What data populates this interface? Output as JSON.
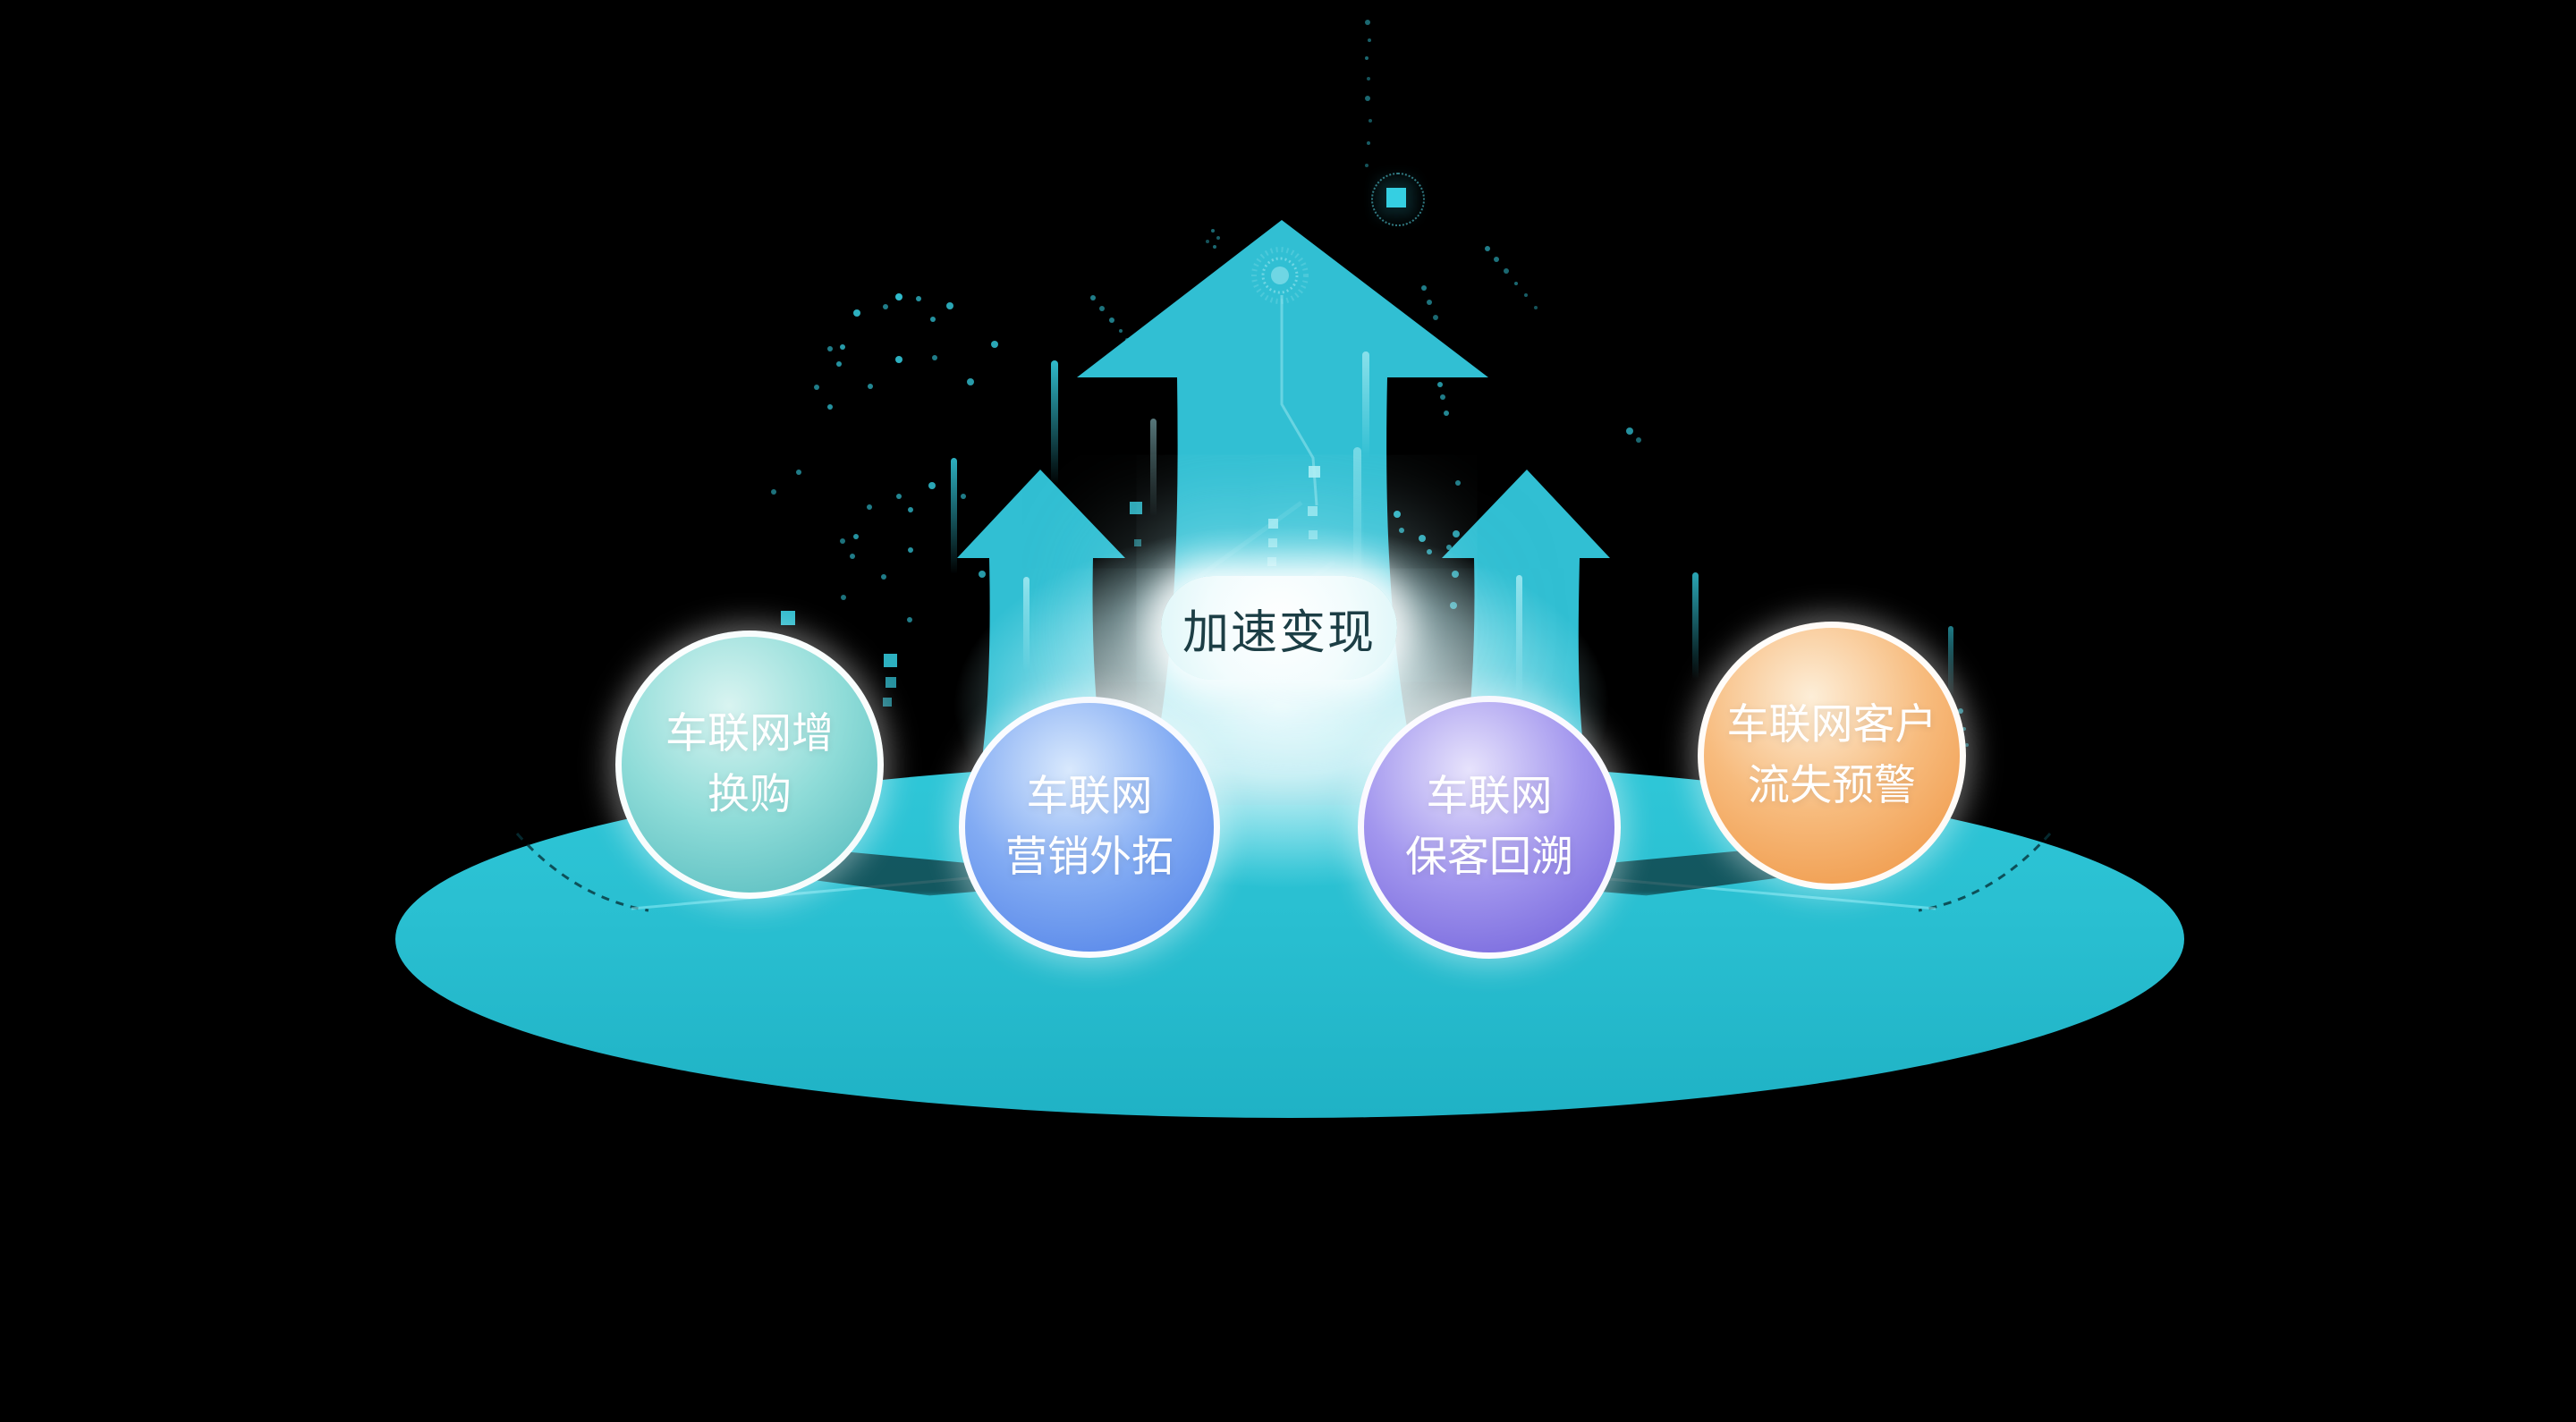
{
  "label": {
    "text": "加速变现"
  },
  "spheres": [
    {
      "name": "iov-trade-in",
      "lines": [
        "车联网增",
        "换购"
      ],
      "colors": {
        "light": "#d9f4f1",
        "mid": "#8fdcd8",
        "deep": "#4cb6ba"
      }
    },
    {
      "name": "iov-marketing",
      "lines": [
        "车联网",
        "营销外拓"
      ],
      "colors": {
        "light": "#d9e9fd",
        "mid": "#82abf3",
        "deep": "#4a7ce6"
      }
    },
    {
      "name": "iov-retention",
      "lines": [
        "车联网",
        "保客回溯"
      ],
      "colors": {
        "light": "#e7e3fc",
        "mid": "#a296ee",
        "deep": "#6c5cd8"
      }
    },
    {
      "name": "iov-churn",
      "lines": [
        "车联网客户",
        "流失预警"
      ],
      "colors": {
        "light": "#fdeed8",
        "mid": "#f7bb7d",
        "deep": "#ee923e"
      }
    }
  ],
  "colors": {
    "background": "#000000",
    "platform_top": "#2fc7d8",
    "platform": "#29bfd1",
    "platform_bottom": "#1fb2c5",
    "arrow": "#31bfd3",
    "particle": "#35cfe2",
    "particle_light": "#aeeef5",
    "label_text": "#1c3e45",
    "arc_stroke": "#06333b",
    "road_line": "#8cebf5",
    "glow": "#ffffff"
  },
  "decor": {
    "dots": [
      [
        1005,
        332,
        4,
        0.9
      ],
      [
        1027,
        334,
        3,
        0.7
      ],
      [
        1062,
        342,
        4,
        0.8
      ],
      [
        990,
        343,
        3,
        0.6
      ],
      [
        958,
        350,
        4,
        0.85
      ],
      [
        1043,
        357,
        3,
        0.7
      ],
      [
        1112,
        385,
        4,
        0.8
      ],
      [
        942,
        388,
        3,
        0.75
      ],
      [
        928,
        390,
        3,
        0.6
      ],
      [
        938,
        407,
        3,
        0.7
      ],
      [
        1005,
        402,
        4,
        0.85
      ],
      [
        1045,
        400,
        3,
        0.6
      ],
      [
        1085,
        427,
        4,
        0.75
      ],
      [
        973,
        432,
        3,
        0.65
      ],
      [
        913,
        433,
        3,
        0.6
      ],
      [
        928,
        455,
        3,
        0.7
      ],
      [
        893,
        528,
        3,
        0.6
      ],
      [
        865,
        550,
        3,
        0.55
      ],
      [
        1042,
        543,
        4,
        0.8
      ],
      [
        1005,
        555,
        3,
        0.65
      ],
      [
        1077,
        555,
        3,
        0.6
      ],
      [
        1018,
        570,
        3,
        0.7
      ],
      [
        972,
        567,
        3,
        0.6
      ],
      [
        957,
        600,
        3,
        0.7
      ],
      [
        942,
        605,
        3,
        0.55
      ],
      [
        953,
        622,
        3,
        0.6
      ],
      [
        1018,
        615,
        3,
        0.7
      ],
      [
        1098,
        642,
        4,
        0.75
      ],
      [
        988,
        645,
        3,
        0.6
      ],
      [
        943,
        668,
        3,
        0.55
      ],
      [
        1017,
        693,
        3,
        0.6
      ],
      [
        1562,
        575,
        4,
        0.85
      ],
      [
        1567,
        593,
        3,
        0.7
      ],
      [
        1590,
        602,
        4,
        0.8
      ],
      [
        1628,
        597,
        4,
        0.75
      ],
      [
        1620,
        612,
        3,
        0.65
      ],
      [
        1598,
        617,
        3,
        0.7
      ],
      [
        1627,
        642,
        4,
        0.75
      ],
      [
        1625,
        677,
        4,
        0.7
      ],
      [
        1610,
        430,
        3,
        0.7
      ],
      [
        1613,
        444,
        3,
        0.6
      ],
      [
        1617,
        462,
        3,
        0.65
      ],
      [
        1630,
        540,
        3,
        0.6
      ],
      [
        1640,
        608,
        3,
        0.55
      ],
      [
        1592,
        322,
        3,
        0.6
      ],
      [
        1598,
        338,
        3,
        0.55
      ],
      [
        1605,
        355,
        3,
        0.5
      ],
      [
        1822,
        482,
        4,
        0.7
      ],
      [
        1832,
        492,
        3,
        0.5
      ],
      [
        1700,
        585,
        3,
        0.55
      ],
      [
        1222,
        333,
        3,
        0.6
      ],
      [
        1232,
        345,
        3,
        0.55
      ],
      [
        1243,
        358,
        3,
        0.6
      ],
      [
        1253,
        370,
        2,
        0.5
      ],
      [
        1260,
        380,
        2,
        0.45
      ],
      [
        1663,
        278,
        3,
        0.6
      ],
      [
        1673,
        290,
        3,
        0.55
      ],
      [
        1684,
        303,
        3,
        0.5
      ],
      [
        1695,
        317,
        2,
        0.5
      ],
      [
        1706,
        330,
        2,
        0.45
      ],
      [
        1717,
        344,
        2,
        0.4
      ],
      [
        1529,
        25,
        3,
        0.5
      ],
      [
        1531,
        45,
        2,
        0.45
      ],
      [
        1528,
        65,
        2,
        0.5
      ],
      [
        1530,
        88,
        2,
        0.4
      ],
      [
        1529,
        110,
        3,
        0.5
      ],
      [
        1532,
        135,
        2,
        0.4
      ],
      [
        1530,
        160,
        2,
        0.45
      ],
      [
        1528,
        185,
        2,
        0.4
      ],
      [
        1356,
        258,
        2,
        0.5
      ],
      [
        1362,
        266,
        2,
        0.45
      ],
      [
        1350,
        270,
        2,
        0.4
      ],
      [
        1358,
        276,
        2,
        0.5
      ],
      [
        2192,
        795,
        3,
        0.6
      ],
      [
        2196,
        815,
        2,
        0.5
      ],
      [
        2199,
        833,
        2,
        0.45
      ]
    ],
    "squares": [
      [
        873,
        683,
        16,
        0.9
      ],
      [
        988,
        731,
        15,
        0.85
      ],
      [
        990,
        757,
        12,
        0.7
      ],
      [
        987,
        780,
        10,
        0.6
      ],
      [
        1263,
        561,
        14,
        0.8
      ],
      [
        1350,
        820,
        12,
        0.75
      ],
      [
        1382,
        965,
        10,
        0.6
      ],
      [
        1384,
        988,
        9,
        0.5
      ],
      [
        1268,
        603,
        8,
        0.5
      ]
    ],
    "front_squares": [
      [
        1418,
        580,
        11,
        0.8
      ],
      [
        1418,
        602,
        10,
        0.65
      ],
      [
        1417,
        623,
        10,
        0.55
      ],
      [
        1417,
        658,
        9,
        0.45
      ],
      [
        1463,
        521,
        13,
        0.9
      ],
      [
        1462,
        566,
        11,
        0.7
      ],
      [
        1463,
        593,
        10,
        0.55
      ]
    ],
    "halo_square": [
      1550,
      210,
      22
    ],
    "streaks": [
      [
        1063,
        512,
        130,
        7,
        0.85
      ],
      [
        1175,
        403,
        140,
        8,
        0.9
      ],
      [
        1193,
        615,
        88,
        6,
        0.7
      ],
      [
        1892,
        640,
        120,
        7,
        0.8
      ],
      [
        2178,
        700,
        80,
        6,
        0.6
      ]
    ],
    "bright_streaks": [
      [
        1523,
        393,
        120,
        8,
        0.7
      ],
      [
        1513,
        500,
        150,
        9,
        0.55
      ],
      [
        1286,
        468,
        110,
        7,
        0.5
      ],
      [
        1144,
        645,
        105,
        7,
        0.8
      ],
      [
        1695,
        643,
        135,
        7,
        0.8
      ]
    ]
  }
}
